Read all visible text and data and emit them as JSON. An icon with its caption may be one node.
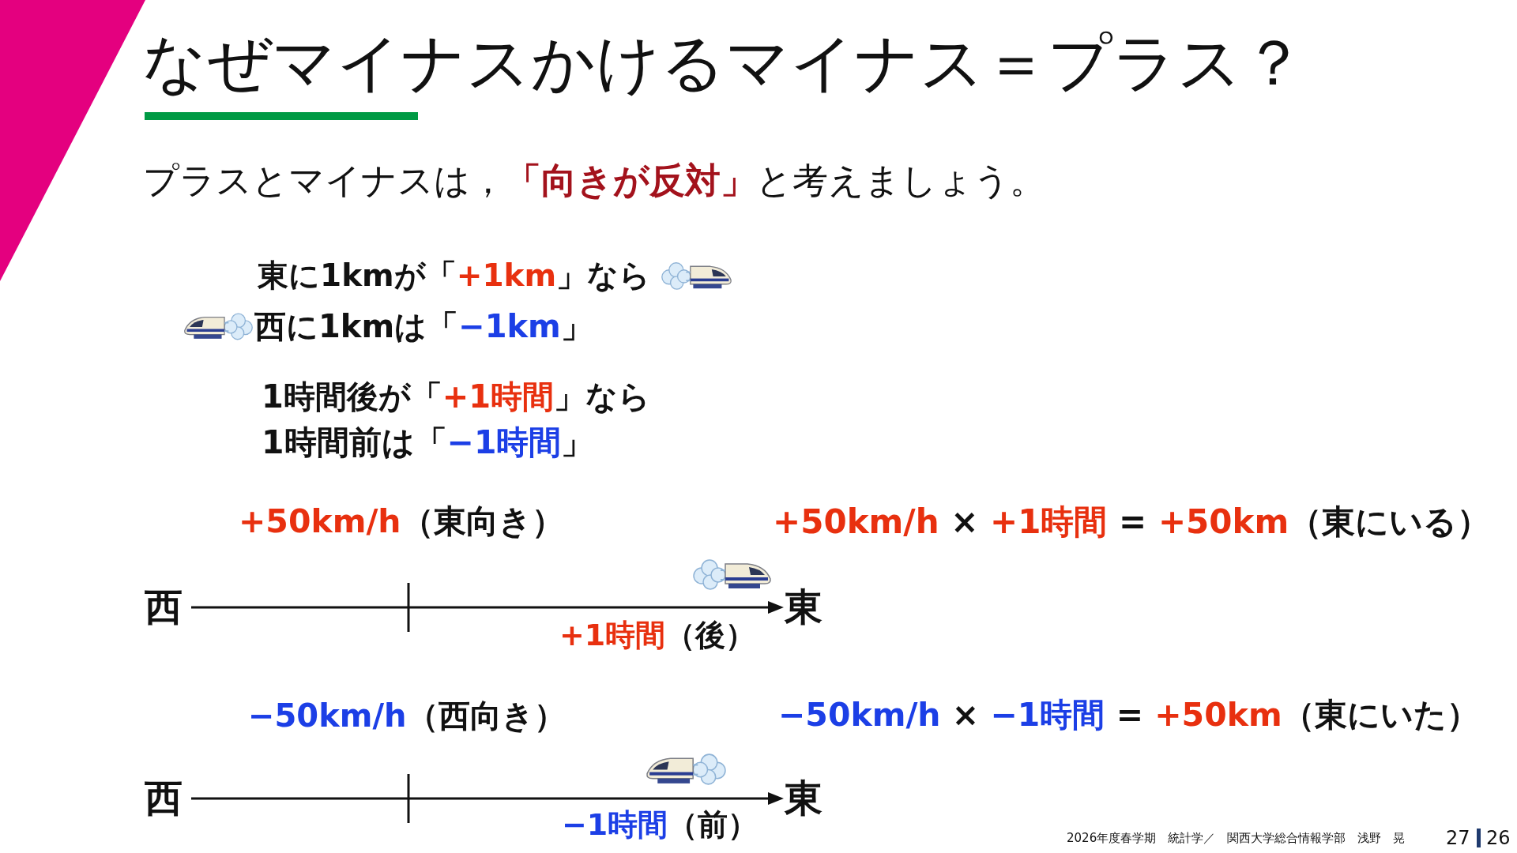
{
  "diagram": {
    "title": "なぜマイナスかけるマイナス＝プラス？",
    "labels": [
      "プラスとマイナスは，**「向きが反対」**と考えましょう。",
      "東に1kmが「**+1km**」なら",
      "西に1kmは「**−1km**」",
      "1時間後が「**+1時間**」なら",
      "1時間前は「**−1時間**」",
      "**+50km/h**（東向き）",
      "**+50km/h** × **+1時間** = **+50km**（東にいる）",
      "西",
      "東",
      "**+1時間**（後）",
      "**−50km/h**（西向き）",
      "**−50km/h** × **−1時間** = **+50km**（東にいた）",
      "西",
      "東",
      "**−1時間**（前）",
      "2026年度春学期　統計学／　関西大学総合情報学部　浅野　晃",
      "27",
      "26"
    ]
  }
}
